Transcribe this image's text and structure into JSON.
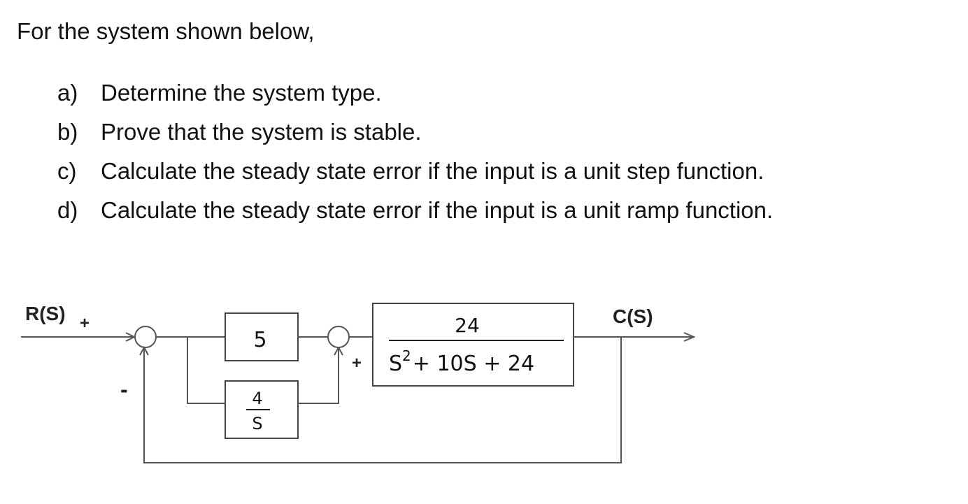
{
  "intro": "For the system shown below,",
  "questions": [
    {
      "label": "a)",
      "text": "Determine the system type."
    },
    {
      "label": "b)",
      "text": "Prove that the system is stable."
    },
    {
      "label": "c)",
      "text": "Calculate the steady state error if the input is a unit step function."
    },
    {
      "label": "d)",
      "text": "Calculate the steady state error if the input is a unit ramp function."
    }
  ],
  "diagram": {
    "input_label": "R(S)",
    "output_label": "C(S)",
    "sum1_plus": "+",
    "sum1_minus": "-",
    "sum2_plus": "+",
    "gain_block": "5",
    "integral_num": "4",
    "integral_den": "S",
    "plant_num": "24",
    "plant_den_s": "S",
    "plant_den_exp": "2",
    "plant_den_rest": "+ 10S + 24"
  }
}
